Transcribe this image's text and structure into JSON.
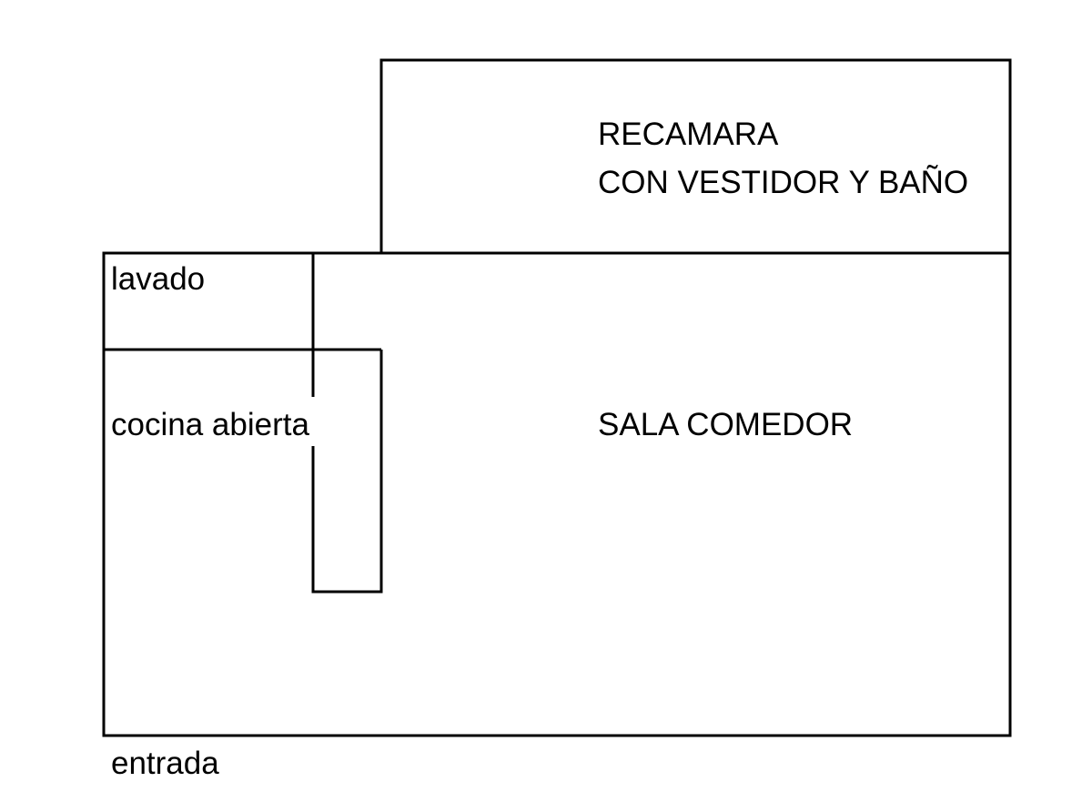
{
  "rooms": {
    "bedroom": {
      "line1": "RECAMARA",
      "line2": "CON VESTIDOR Y BAÑO"
    },
    "laundry": "lavado",
    "kitchen": "cocina abierta",
    "living_dining": "SALA COMEDOR",
    "entrance": "entrada"
  }
}
